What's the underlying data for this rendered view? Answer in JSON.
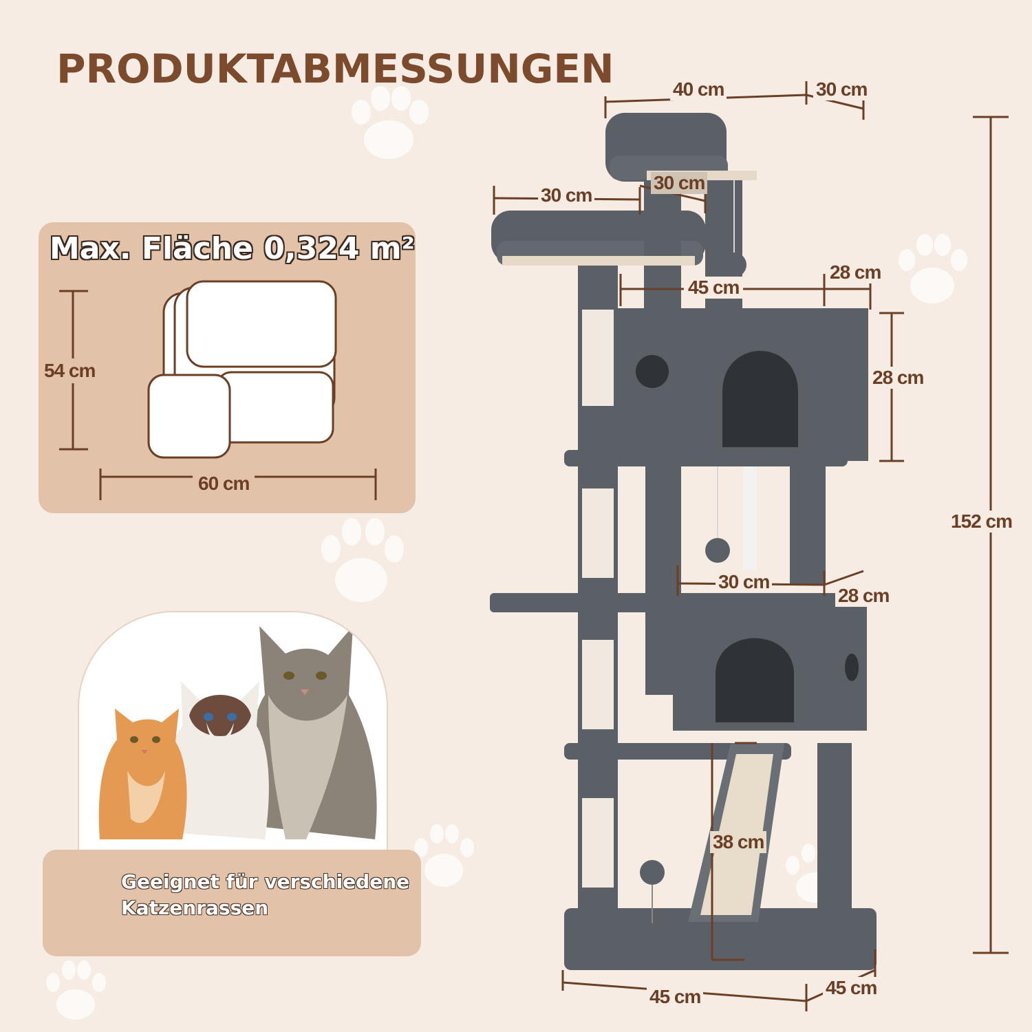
{
  "heading": "PRODUKTABMESSUNGEN",
  "area_box": {
    "title": "Max. Fläche 0,324 m²",
    "depth_label": "54 cm",
    "width_label": "60 cm"
  },
  "caption": {
    "line1": "Geeignet für verschiedene",
    "line2": "Katzenrassen"
  },
  "dimensions": {
    "top_width": "40 cm",
    "top_depth": "30 cm",
    "left_perch_width": "30 cm",
    "left_perch_depth": "30 cm",
    "upper_condo_width": "45 cm",
    "upper_condo_depth": "28 cm",
    "upper_condo_height": "28 cm",
    "total_height": "152 cm",
    "lower_condo_width": "30 cm",
    "lower_condo_depth": "28 cm",
    "ramp_length": "38 cm",
    "base_width": "45 cm",
    "base_depth": "45 cm"
  },
  "colors": {
    "accent_brown": "#7c4a2c",
    "panel_beige": "#e2c2a8",
    "background": "#f6ece4",
    "tree_gray": "#5b5f66"
  }
}
